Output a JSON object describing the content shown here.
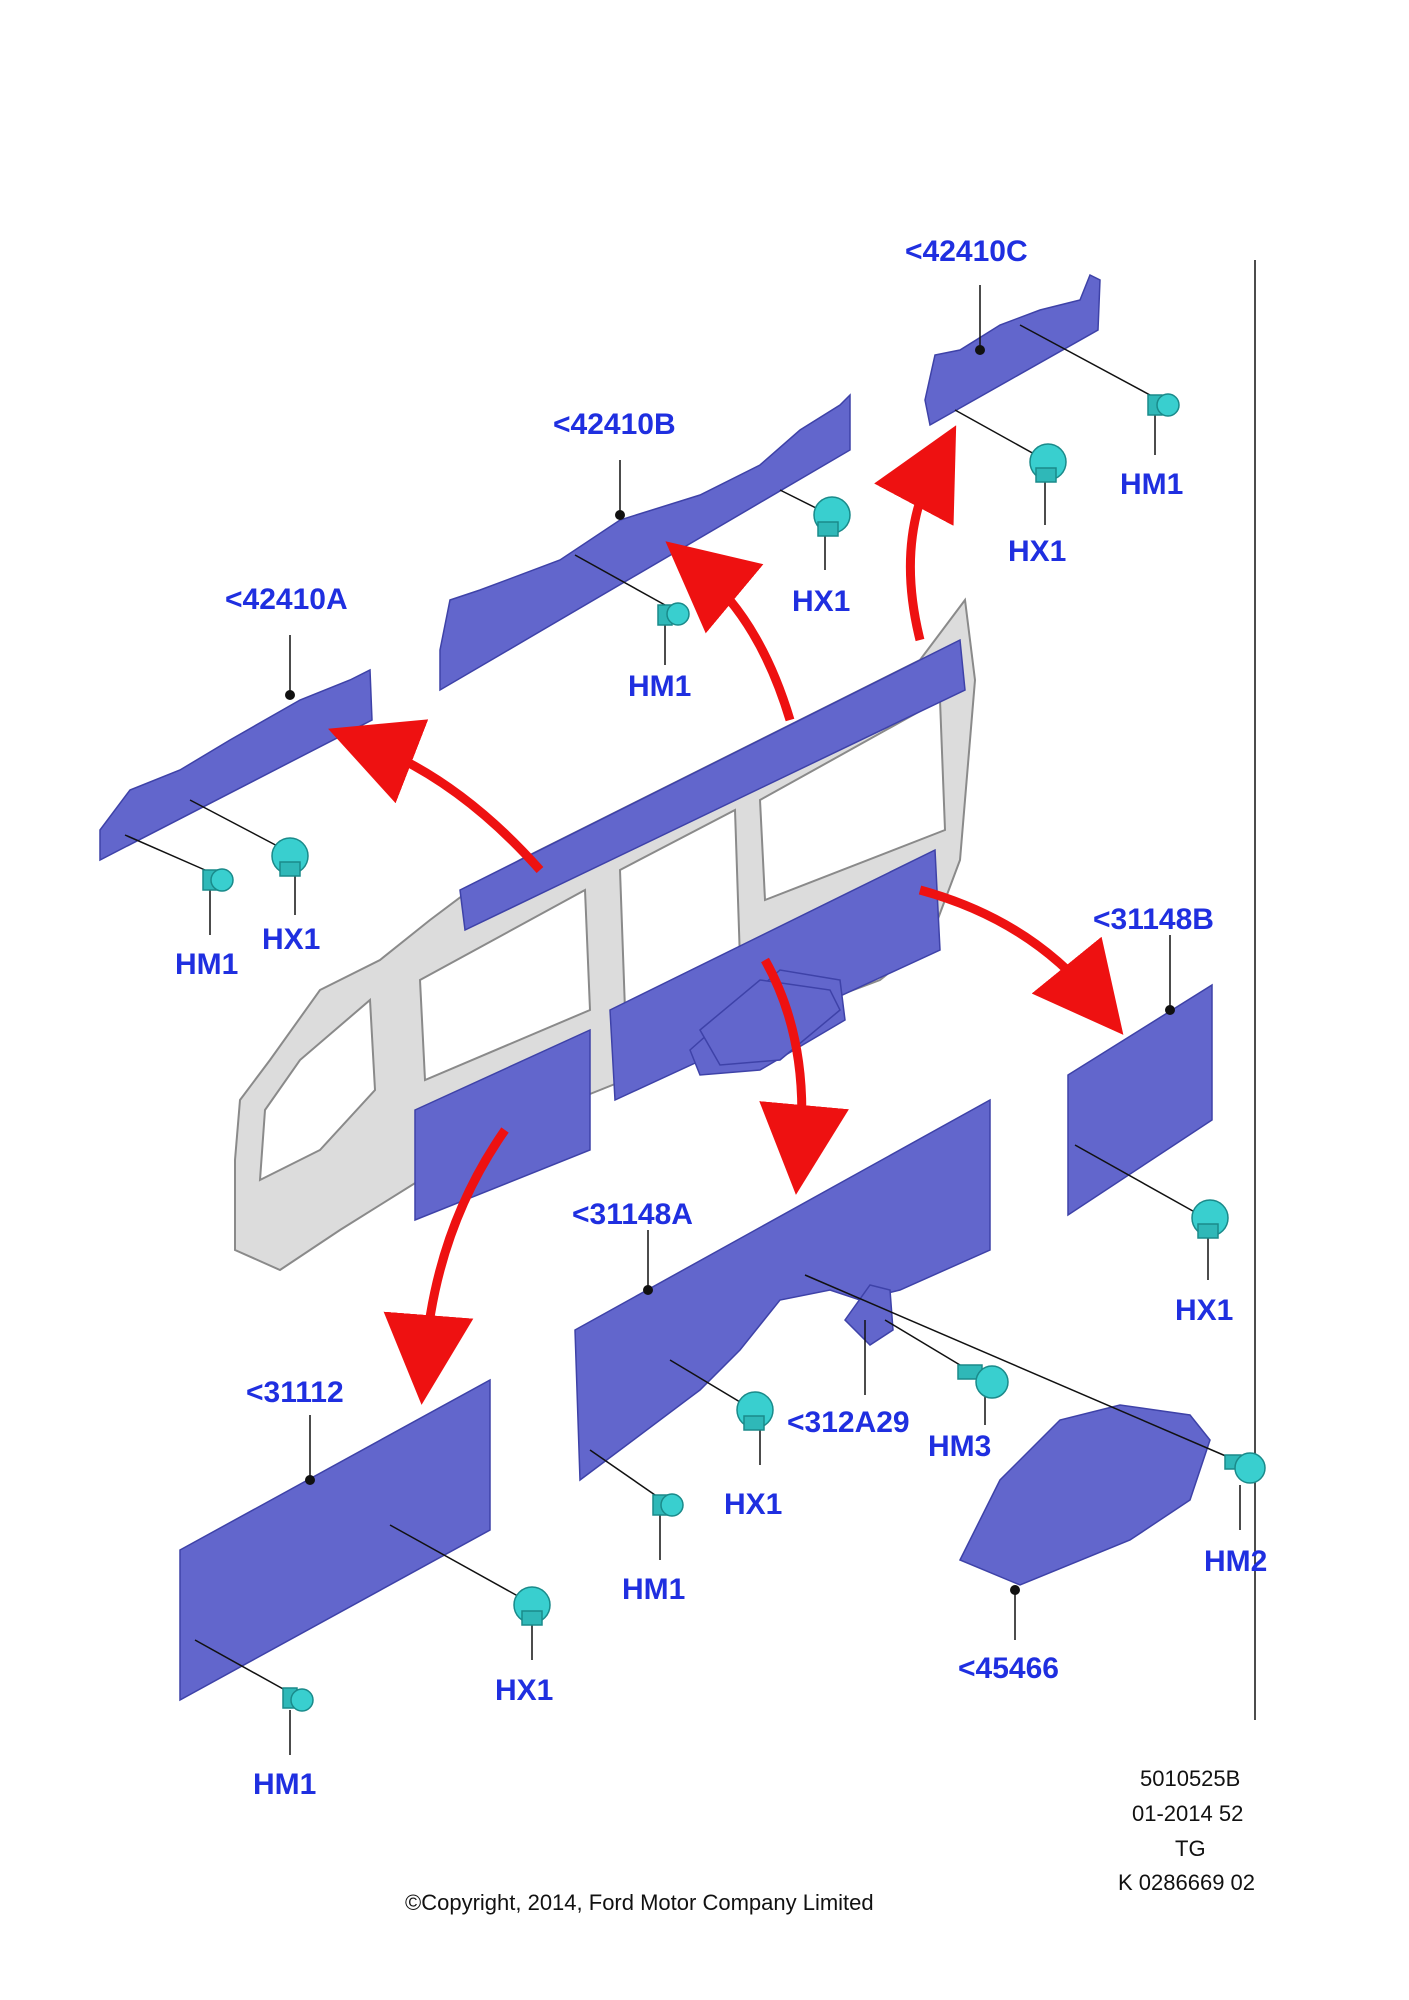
{
  "callouts": {
    "p42410C": "<42410C",
    "p42410B": "<42410B",
    "p42410A": "<42410A",
    "p31148B": "<31148B",
    "p31148A": "<31148A",
    "p31112": "<31112",
    "p312A29": "<312A29",
    "p45466": "<45466",
    "hm1_c": "HM1",
    "hx1_c": "HX1",
    "hx1_b": "HX1",
    "hm1_b": "HM1",
    "hm1_a": "HM1",
    "hx1_a": "HX1",
    "hx1_31148b": "HX1",
    "hx1_31148a": "HX1",
    "hm1_31148a": "HM1",
    "hm3": "HM3",
    "hm2": "HM2",
    "hx1_31112": "HX1",
    "hm1_31112": "HM1"
  },
  "info": {
    "ref_code": "5010525B",
    "date_code": "01-2014 52",
    "model": "TG",
    "k_number": "K 0286669 02"
  },
  "copyright": "©Copyright, 2014, Ford Motor Company Limited",
  "colors": {
    "callout_text": "#1f2fe0",
    "panel": "#6266cc",
    "clip": "#39cfcf",
    "arrow": "#ee1111",
    "body_shell": "#dcdcdc"
  }
}
